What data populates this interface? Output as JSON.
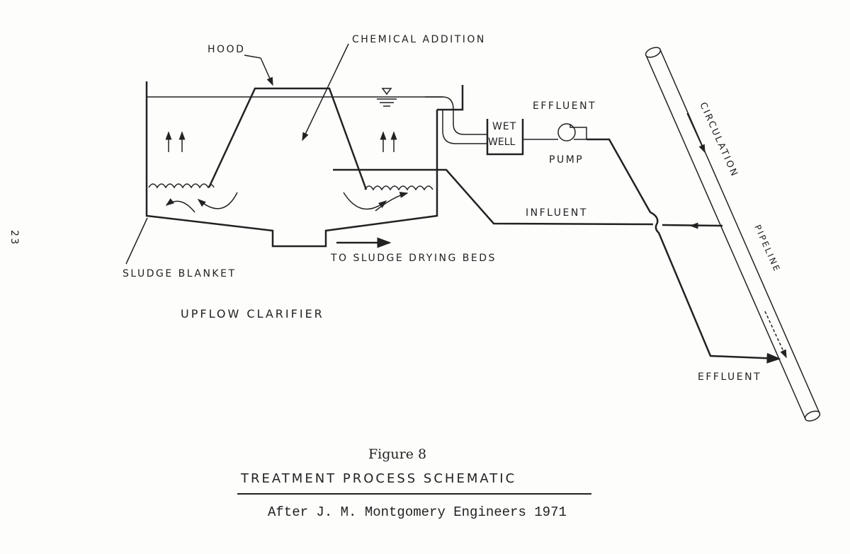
{
  "page_number": "23",
  "labels": {
    "hood": "HOOD",
    "chemical_addition": "CHEMICAL ADDITION",
    "effluent_top": "EFFLUENT",
    "wet": "WET",
    "well": "WELL",
    "pump": "PUMP",
    "influent": "INFLUENT",
    "to_sludge": "TO SLUDGE DRYING BEDS",
    "sludge_blanket": "SLUDGE BLANKET",
    "upflow_clarifier": "UPFLOW   CLARIFIER",
    "circulation": "CIRCULATION",
    "pipeline": "PIPELINE",
    "effluent_bottom": "EFFLUENT"
  },
  "caption": {
    "figure": "Figure 8",
    "title": "TREATMENT   PROCESS  SCHEMATIC",
    "credit": "After J. M. Montgomery Engineers 1971"
  }
}
